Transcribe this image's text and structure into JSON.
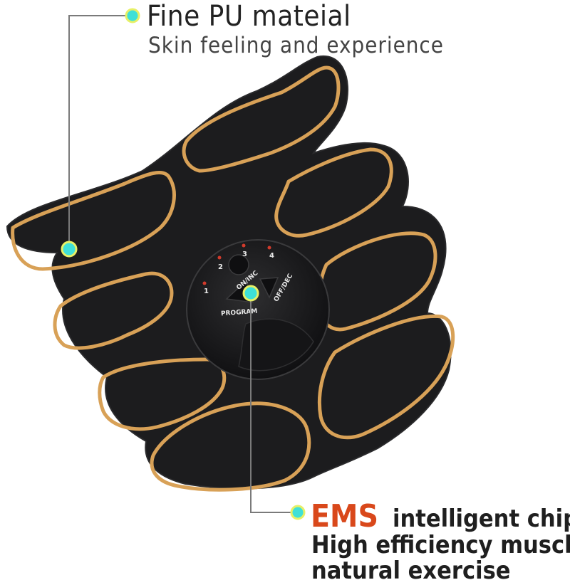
{
  "callout_top": {
    "title": "Fine PU mateial",
    "subtitle": "Skin feeling and experience"
  },
  "callout_bottom": {
    "highlight": "EMS",
    "title_rest": "intelligent chip",
    "line2": "High efficiency muscle",
    "line3": "natural exercise"
  },
  "device": {
    "button_on": "ON/INC",
    "button_off": "OFF/DEC",
    "button_program": "PROGRAM",
    "level_1": "1",
    "level_2": "2",
    "level_3": "3",
    "level_4": "4"
  },
  "colors": {
    "pad": "#1c1c1e",
    "pad_outline": "#d8a157",
    "marker": "#3fe0d8",
    "highlight": "#d9481b"
  }
}
